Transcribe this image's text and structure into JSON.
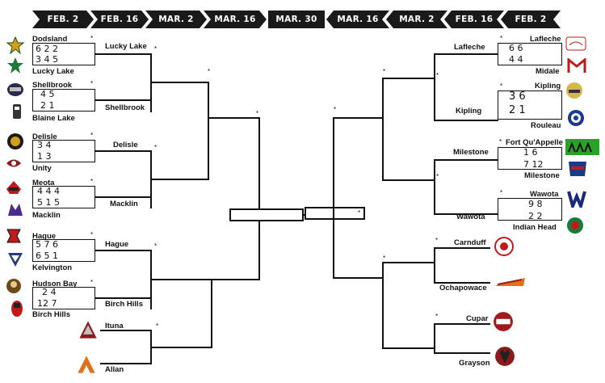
{
  "headers": [
    "FEB. 2",
    "FEB. 16",
    "MAR. 2",
    "MAR. 16",
    "MAR. 30",
    "MAR. 16",
    "MAR. 2",
    "FEB. 16",
    "FEB. 2"
  ],
  "star": "*",
  "left": {
    "r1": [
      {
        "top": "Dodsland",
        "top_scores": "6   2   2",
        "bottom": "Lucky Lake",
        "bottom_scores": "3   4   5"
      },
      {
        "top": "Shellbrook",
        "top_scores": "4  5",
        "bottom": "Blaine Lake",
        "bottom_scores": "2  1"
      },
      {
        "top": "Delisle",
        "top_scores": "3     4",
        "bottom": "Unity",
        "bottom_scores": "1    3"
      },
      {
        "top": "Meota",
        "top_scores": "4   4   4",
        "bottom": "Macklin",
        "bottom_scores": "5   1   5"
      },
      {
        "top": "Hague",
        "top_scores": "5    7   6",
        "bottom": "Kelvington",
        "bottom_scores": "6    5    1"
      },
      {
        "top": "Hudson Bay",
        "top_scores": "2      4",
        "bottom": "Birch Hills",
        "bottom_scores": "12    7"
      }
    ],
    "r2": [
      "Lucky Lake",
      "Shellbrook",
      "Delisle",
      "Macklin",
      "Hague",
      "Birch Hills",
      "Ituna",
      "Allan"
    ]
  },
  "right": {
    "r1": [
      {
        "top": "Lafleche",
        "top_scores": "6     6",
        "bottom": "Midale",
        "bottom_scores": "4     4"
      },
      {
        "top": "Kipling",
        "top_scores": "3    6",
        "bottom": "Rouleau",
        "bottom_scores": "2    1"
      },
      {
        "top": "Fort Qu'Appelle",
        "top_scores": "1     6",
        "bottom": "Milestone",
        "bottom_scores": "7    12"
      },
      {
        "top": "Wawota",
        "top_scores": "9    8",
        "bottom": "Indian Head",
        "bottom_scores": "2    2"
      }
    ],
    "r2": [
      "Lafleche",
      "Kipling",
      "Milestone",
      "Wawota",
      "Carnduff",
      "Ochapowace",
      "Cupar",
      "Grayson"
    ]
  }
}
